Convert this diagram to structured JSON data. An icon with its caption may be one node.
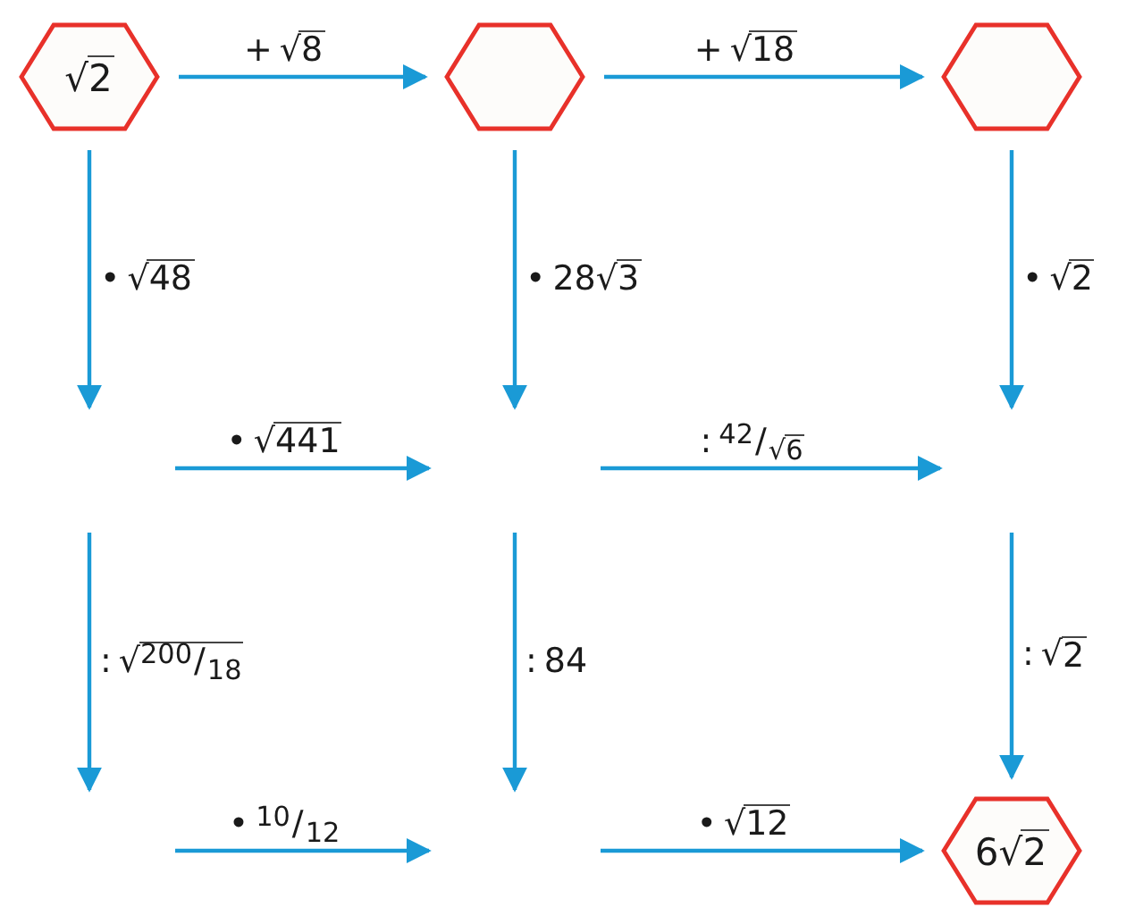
{
  "diagram": {
    "nodes": [
      {
        "text": [
          "√2"
        ]
      },
      {
        "text": [],
        "shape": "hexagon"
      },
      {
        "text": [],
        "shape": "hexagon"
      },
      {
        "text": [
          "6√2"
        ]
      }
    ],
    "edges": [
      {
        "from": 0,
        "to": 1,
        "arrow": "to",
        "label": "+ √8"
      },
      {
        "from": 1,
        "to": 2,
        "arrow": "to",
        "label": "+ √18"
      },
      {
        "from": 0,
        "to": null,
        "arrow": "to",
        "label": "• √48"
      },
      {
        "from": 1,
        "to": null,
        "arrow": "to",
        "label": "• 28√3"
      },
      {
        "from": 2,
        "to": null,
        "arrow": "to",
        "label": "• √2"
      },
      {
        "from": null,
        "to": 3,
        "arrow": "to",
        "label": ": √2"
      },
      {
        "from": null,
        "to": 3,
        "arrow": "to",
        "label": "• √12"
      }
    ],
    "labels": [
      "• √441",
      ": 42/√6",
      ": √200/18",
      ": 84",
      "• 10/12"
    ]
  }
}
